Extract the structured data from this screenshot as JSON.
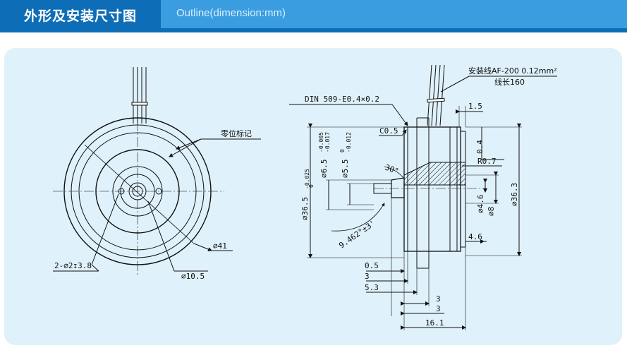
{
  "header": {
    "title_cn": "外形及安装尺寸图",
    "title_en": "Outline(dimension:mm)"
  },
  "front_view": {
    "zero_mark": "零位标记",
    "holes": "2-⌀2↧3.8",
    "dia_outer": "⌀41",
    "dia_inner": "⌀10.5"
  },
  "side_view": {
    "wire_spec": "安装线AF-200 0.12mm²",
    "wire_length": "线长160",
    "standard": "DIN 509-E0.4×0.2",
    "chamfer": "C0.5",
    "d_1_5": "1.5",
    "d_0_4": "0.4",
    "radius": "R0.7",
    "angle": "30°",
    "dia_36_5": "⌀36.5",
    "dia_36_5_tol": "-0.025",
    "dia_36_5_tol_up": "0",
    "dia_6_5": "⌀6.5",
    "dia_6_5_tol_a": "-0.005",
    "dia_6_5_tol_b": "-0.017",
    "dia_5_5": "⌀5.5",
    "dia_5_5_tol_up": "0",
    "dia_5_5_tol": "-0.012",
    "dia_36_3": "⌀36.3",
    "dia_4_6": "⌀4.6",
    "dia_8": "⌀8",
    "d_4_6": "4.6",
    "arc_dim": "9.462°±3'",
    "d_0_5": "0.5",
    "d_3a": "3",
    "d_5_3": "5.3",
    "d_3b": "3",
    "d_3c": "3",
    "d_16_1": "16.1"
  }
}
